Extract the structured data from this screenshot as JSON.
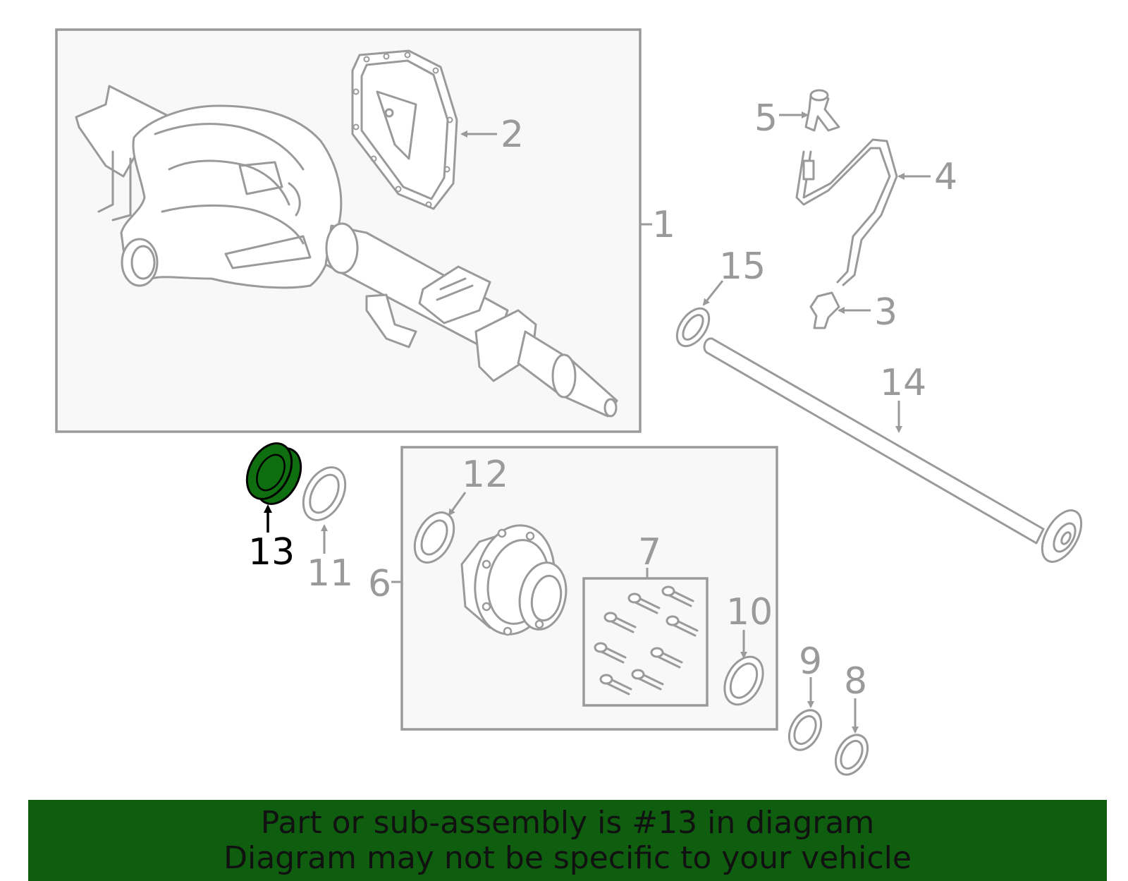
{
  "callouts": {
    "c1": "1",
    "c2": "2",
    "c3": "3",
    "c4": "4",
    "c5": "5",
    "c6": "6",
    "c7": "7",
    "c8": "8",
    "c9": "9",
    "c10": "10",
    "c11": "11",
    "c12": "12",
    "c13": "13",
    "c14": "14",
    "c15": "15"
  },
  "highlight": {
    "part": "13",
    "color": "#0f6e0f"
  },
  "banner": {
    "line1": "Part or sub-assembly is #13 in diagram",
    "line2": "Diagram may not be specific to your vehicle",
    "background": "#0f5e0f"
  }
}
